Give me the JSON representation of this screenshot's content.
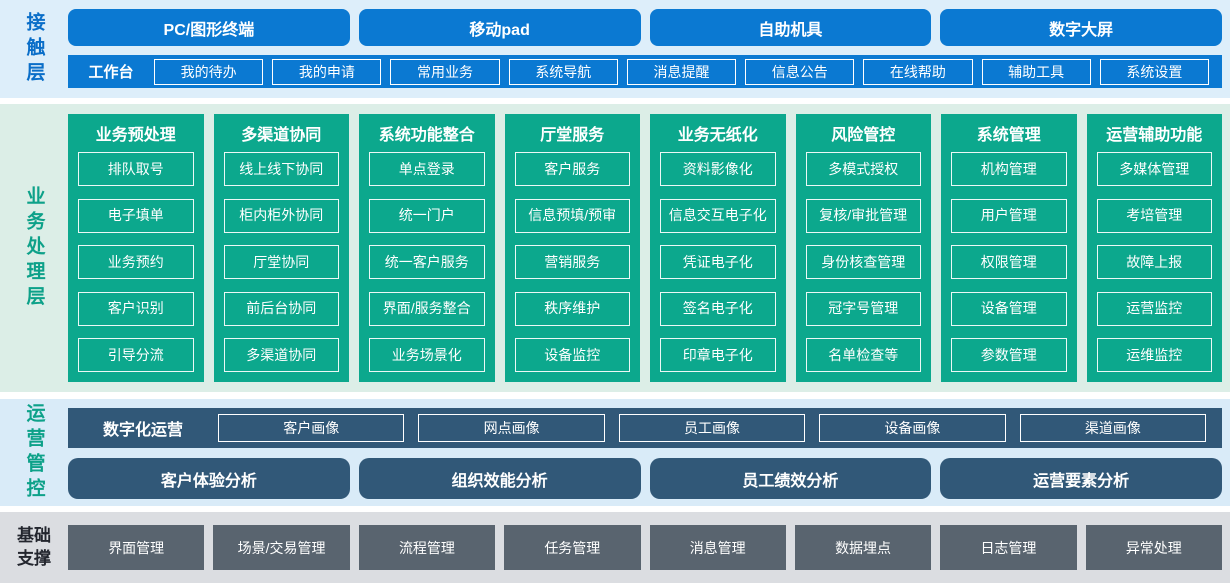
{
  "colors": {
    "primary_blue": "#0b79d2",
    "teal_green": "#0ca88d",
    "slate_blue": "#315878",
    "slate_gray": "#59646f",
    "band_blue": "#ddeefa",
    "band_green": "#dceee7",
    "band_blue_light": "#d9ebf8",
    "band_gray": "#dbdde1"
  },
  "contact_layer": {
    "label": "接触层",
    "terminals": [
      "PC/图形终端",
      "移动pad",
      "自助机具",
      "数字大屏"
    ],
    "workbench": {
      "label": "工作台",
      "items": [
        "我的待办",
        "我的申请",
        "常用业务",
        "系统导航",
        "消息提醒",
        "信息公告",
        "在线帮助",
        "辅助工具",
        "系统设置"
      ]
    }
  },
  "business_layer": {
    "label": "业务处理层",
    "columns": [
      {
        "title": "业务预处理",
        "items": [
          "排队取号",
          "电子填单",
          "业务预约",
          "客户识别",
          "引导分流"
        ]
      },
      {
        "title": "多渠道协同",
        "items": [
          "线上线下协同",
          "柜内柜外协同",
          "厅堂协同",
          "前后台协同",
          "多渠道协同"
        ]
      },
      {
        "title": "系统功能整合",
        "items": [
          "单点登录",
          "统一门户",
          "统一客户服务",
          "界面/服务整合",
          "业务场景化"
        ]
      },
      {
        "title": "厅堂服务",
        "items": [
          "客户服务",
          "信息预填/预审",
          "营销服务",
          "秩序维护",
          "设备监控"
        ]
      },
      {
        "title": "业务无纸化",
        "items": [
          "资料影像化",
          "信息交互电子化",
          "凭证电子化",
          "签名电子化",
          "印章电子化"
        ]
      },
      {
        "title": "风险管控",
        "items": [
          "多模式授权",
          "复核/审批管理",
          "身份核查管理",
          "冠字号管理",
          "名单检查等"
        ]
      },
      {
        "title": "系统管理",
        "items": [
          "机构管理",
          "用户管理",
          "权限管理",
          "设备管理",
          "参数管理"
        ]
      },
      {
        "title": "运营辅助功能",
        "items": [
          "多媒体管理",
          "考培管理",
          "故障上报",
          "运营监控",
          "运维监控"
        ]
      }
    ]
  },
  "operations_layer": {
    "label": "运营管控",
    "digital_ops": {
      "label": "数字化运营",
      "items": [
        "客户画像",
        "网点画像",
        "员工画像",
        "设备画像",
        "渠道画像"
      ]
    },
    "analysis": [
      "客户体验分析",
      "组织效能分析",
      "员工绩效分析",
      "运营要素分析"
    ]
  },
  "foundation_layer": {
    "label": "基础支撑",
    "items": [
      "界面管理",
      "场景/交易管理",
      "流程管理",
      "任务管理",
      "消息管理",
      "数据埋点",
      "日志管理",
      "异常处理"
    ]
  }
}
